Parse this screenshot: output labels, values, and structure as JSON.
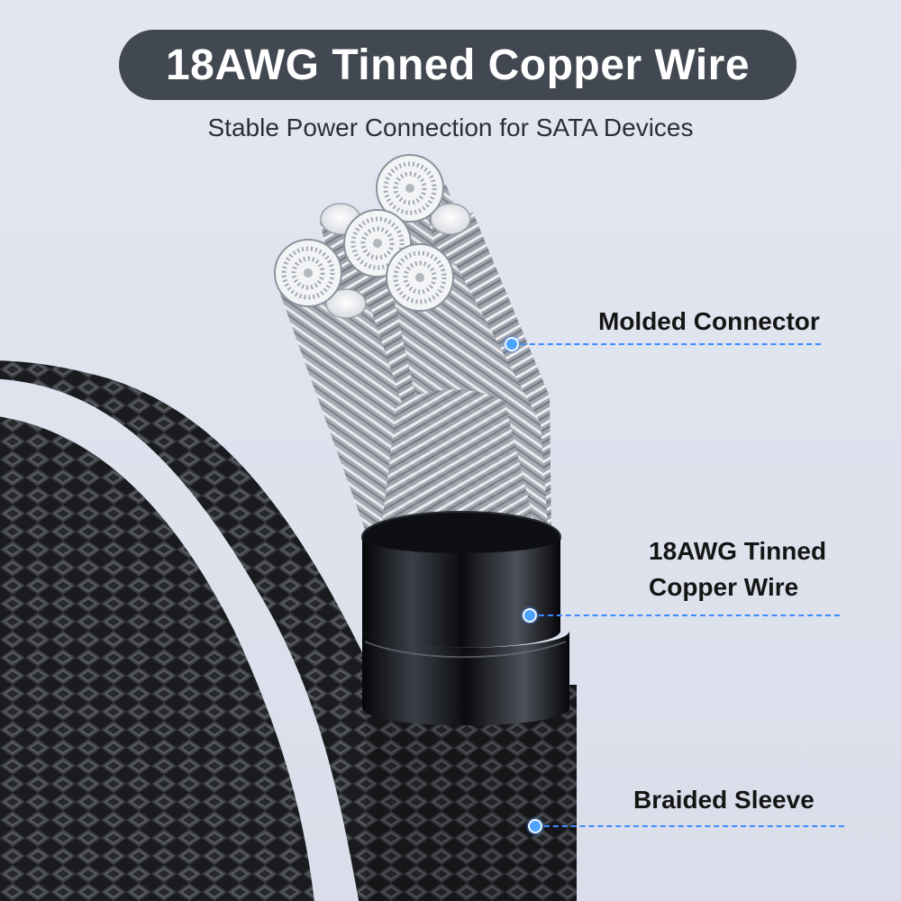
{
  "title": "18AWG Tinned Copper Wire",
  "subtitle": "Stable Power Connection for SATA Devices",
  "callouts": {
    "molded_connector": "Molded Connector",
    "wire_line1": "18AWG Tinned",
    "wire_line2": "Copper Wire",
    "braided_sleeve": "Braided Sleeve"
  },
  "colors": {
    "title_pill": "#424851",
    "accent_blue": "#3b8cff",
    "background": "#dfe3ed"
  }
}
